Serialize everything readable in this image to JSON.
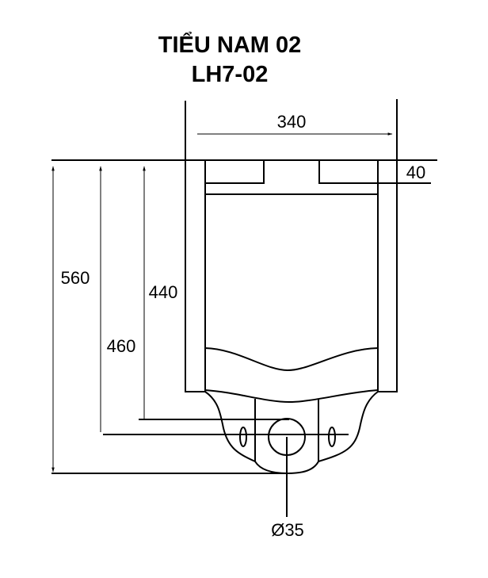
{
  "title": {
    "line1": "TIỂU NAM 02",
    "line2": "LH7-02"
  },
  "dimensions": {
    "width": "340",
    "top_depth": "40",
    "overall_height": "560",
    "outlet_height": "460",
    "inner_height": "440",
    "outlet_diameter": "Ø35"
  }
}
